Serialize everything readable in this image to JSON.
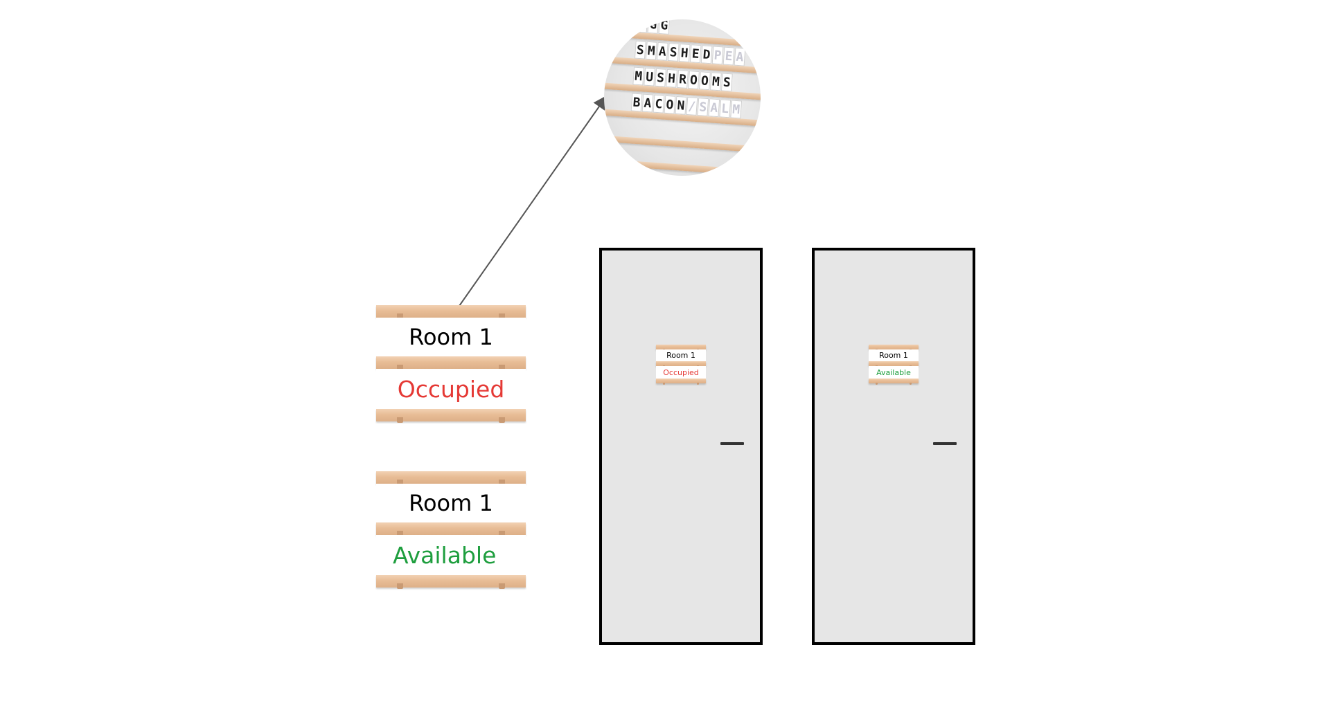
{
  "photo": {
    "lines": [
      {
        "main": "EGG",
        "faded": ""
      },
      {
        "main": "SMASHED",
        "faded": "PEA"
      },
      {
        "main": "MUSHROOMS",
        "faded": ""
      },
      {
        "main": "BACON",
        "faded": "/SALM"
      }
    ]
  },
  "signs": [
    {
      "room": "Room 1",
      "status": "Occupied",
      "status_color": "#e53935"
    },
    {
      "room": "Room 1",
      "status": "Available",
      "status_color": "#1e9e3e"
    }
  ],
  "doors": [
    {
      "room": "Room 1",
      "status": "Occupied",
      "status_color": "#e53935"
    },
    {
      "room": "Room 1",
      "status": "Available",
      "status_color": "#1e9e3e"
    }
  ],
  "colors": {
    "wood": "#e8bd96",
    "door_fill": "#e6e6e6",
    "door_border": "#000000",
    "occupied": "#e53935",
    "available": "#1e9e3e"
  }
}
